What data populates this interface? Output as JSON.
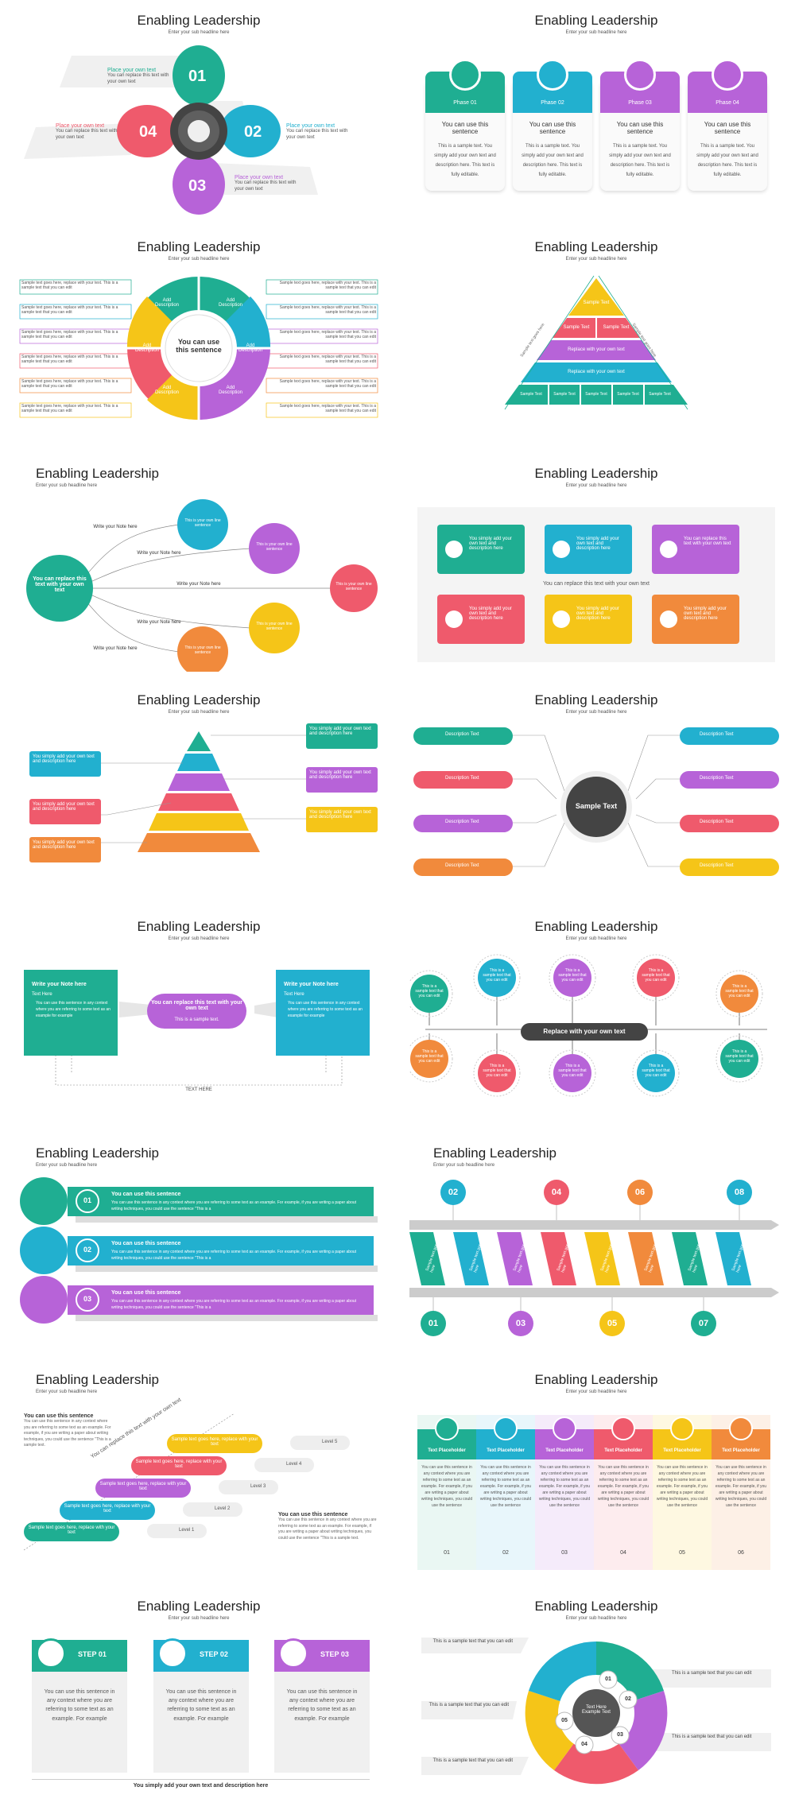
{
  "heading": "Enabling Leadership",
  "sub_center": "Enter your sub headline here",
  "sub_left": "Enter your sub headline here",
  "colors": {
    "teal": "#1fae92",
    "blue": "#22b0cf",
    "purple": "#b763d8",
    "red": "#ef5a6c",
    "yellow": "#f5c518",
    "orange": "#f18a3c",
    "dark": "#444444"
  },
  "s1": {
    "items": [
      {
        "num": "01",
        "title": "Place your own text",
        "body": "You can replace this text with your own text"
      },
      {
        "num": "02",
        "title": "Place your own text",
        "body": "You can replace this text with your own text"
      },
      {
        "num": "03",
        "title": "Place your own text",
        "body": "You can replace this text with your own text"
      },
      {
        "num": "04",
        "title": "Place your own text",
        "body": "You can replace this text with your own text"
      }
    ]
  },
  "s2": {
    "phases": [
      "Phase 01",
      "Phase 02",
      "Phase 03",
      "Phase 04"
    ],
    "head": "You can use this sentence",
    "body": "This is a sample text. You simply add your own text and description here. This text is fully editable."
  },
  "s3": {
    "center": "You can use this sentence",
    "seg": "Add Description",
    "row": "Sample text goes here, replace with your text. This is a sample text that you can edit"
  },
  "s4": {
    "top": "Sample Text",
    "row2": [
      "Sample Text",
      "Sample Text"
    ],
    "row3": "Replace with your own text",
    "row4": "Replace with your own text",
    "row5": [
      "Sample Text",
      "Sample Text",
      "Sample Text",
      "Sample Text",
      "Sample Text"
    ],
    "side": "Sample text goes here"
  },
  "s5": {
    "center": "You can replace this text with your own text",
    "note": "Write your Note here",
    "circ": "This is your own line sentence"
  },
  "s6": {
    "cards": [
      "You simply add your own text and description here",
      "You simply add your own text and description here",
      "You can replace this text with your own text",
      "You simply add your own text and description here",
      "You simply add your own text and description here",
      "You simply add your own text and description here"
    ],
    "middle": "You can replace this text with your own text"
  },
  "s7": {
    "label": "You simply add your own text and description here"
  },
  "s8": {
    "center": "Sample Text",
    "pill": "Description Text"
  },
  "s9": {
    "note_title": "Write your Note here",
    "note_sub": "Text Here",
    "note_body": "You can use this sentence in any context where you are referring to some text as an example for example",
    "center_title": "You can replace this text with your own text",
    "center_body": "This is a sample text.",
    "footer": "TEXT HERE"
  },
  "s10": {
    "center": "Replace with your own text",
    "circ": "This is a sample text that you can edit"
  },
  "s11": {
    "rows": [
      {
        "num": "01",
        "title": "You can use this sentence"
      },
      {
        "num": "02",
        "title": "You can use this sentence"
      },
      {
        "num": "03",
        "title": "You can use this sentence"
      }
    ],
    "body": "You can use this sentence in any context where you are referring to some text as an example. For example, if you are writing a paper about writing techniques, you could use the sentence \"This is a"
  },
  "s12": {
    "top": [
      "02",
      "04",
      "06",
      "08"
    ],
    "bottom": [
      "01",
      "03",
      "05",
      "07"
    ],
    "band": "Sample text goes here"
  },
  "s13": {
    "intro_title": "You can use this sentence",
    "intro_body": "You can use this sentence in any context where you are referring to some text as an example. For example, if you are writing a paper about writing techniques, you could use the sentence \"This is a sample text.",
    "diag": "You can replace this text with your own text",
    "steps": [
      {
        "label": "Sample text goes here, replace with your text",
        "level": "Level 1"
      },
      {
        "label": "Sample text goes here, replace with your text",
        "level": "Level 2"
      },
      {
        "label": "Sample text goes here, replace with your text",
        "level": "Level 3"
      },
      {
        "label": "Sample text goes here, replace with your text",
        "level": "Level 4"
      },
      {
        "label": "Sample text goes here, replace with your text",
        "level": "Level 5"
      }
    ],
    "right_title": "You can use this sentence",
    "right_body": "You can use this sentence in any context where you are referring to some text as an example. For example, if you are writing a paper about writing techniques, you could use the sentence \"This is a sample text."
  },
  "s14": {
    "header": "Text Placeholder",
    "body": "You can use this sentence in any context where you are referring to some text as an example. For example, if you are writing a paper about writing techniques, you could use the sentence",
    "nums": [
      "01",
      "02",
      "03",
      "04",
      "05",
      "06"
    ]
  },
  "s15": {
    "steps": [
      "STEP 01",
      "STEP 02",
      "STEP 03"
    ],
    "body": "You can use this sentence in any context where you are referring to some text as an example. For example",
    "footer": "You simply add your own text and description here"
  },
  "s16": {
    "center": "Text Here Example Text",
    "nums": [
      "01",
      "02",
      "03",
      "04",
      "05"
    ],
    "label": "This is a sample text that you can edit"
  }
}
